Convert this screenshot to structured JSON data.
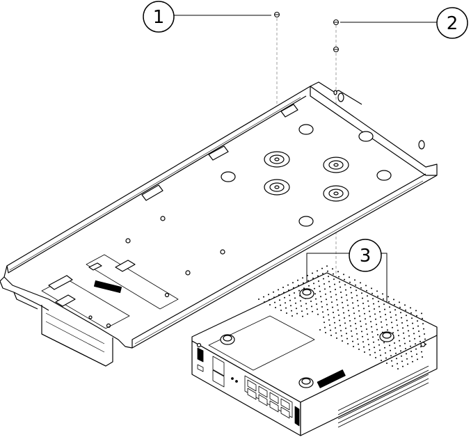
{
  "callouts": [
    {
      "label": "1"
    },
    {
      "label": "2"
    },
    {
      "label": "3"
    }
  ],
  "colors": {
    "line": "#000000",
    "background": "#ffffff",
    "fill_dark": "#000000"
  }
}
